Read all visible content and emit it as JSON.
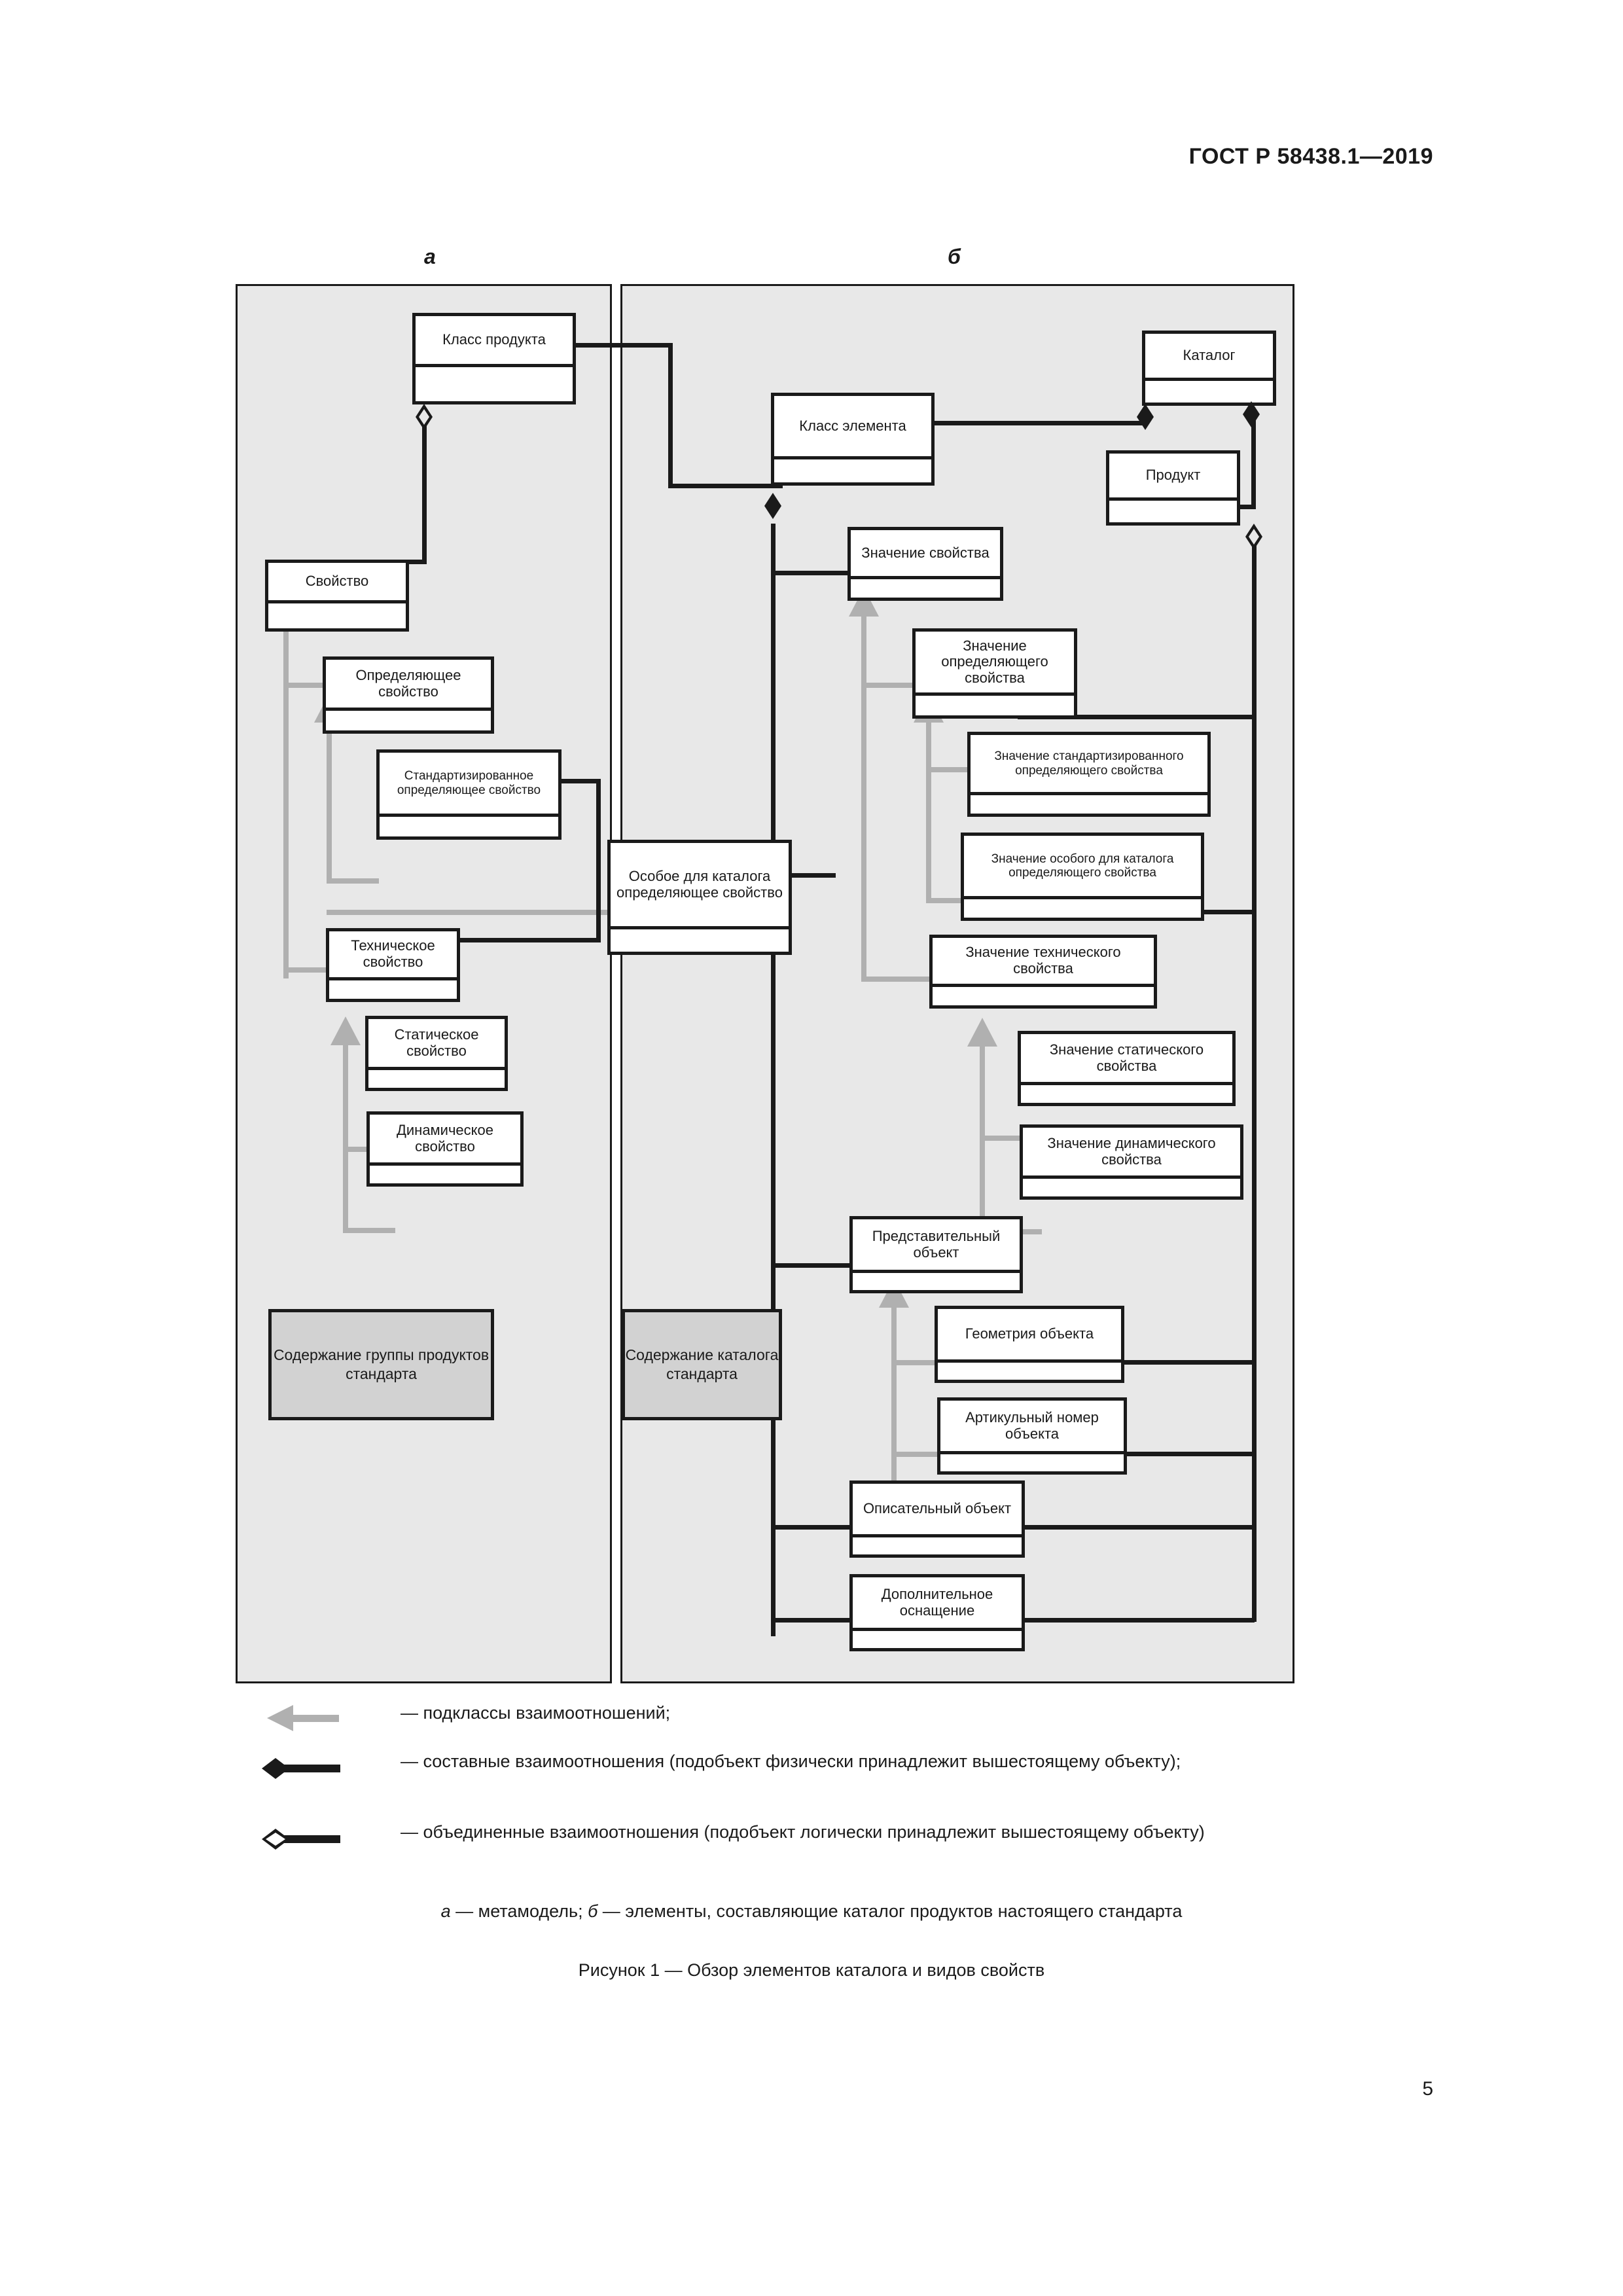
{
  "document": {
    "header": "ГОСТ Р 58438.1—2019",
    "page_number": "5"
  },
  "figure": {
    "panel_labels": {
      "left": "а",
      "right": "б"
    },
    "caption_note_parts": {
      "a_mark": "а",
      "a_text": " — метамодель; ",
      "b_mark": "б",
      "b_text": " — элементы, составляющие каталог продуктов настоящего стандарта"
    },
    "caption": "Рисунок 1 — Обзор элементов каталога и видов свойств",
    "legend": [
      {
        "marker": "subclass-arrow",
        "text": "— подклассы взаимоотношений;"
      },
      {
        "marker": "composition-filled-diamond",
        "text": "— составные взаимоотношения (подобъект физически принадлежит вышестоящему объекту);"
      },
      {
        "marker": "aggregation-hollow-diamond",
        "text": "— объединенные взаимоотношения (подобъект логически принадлежит вышестоящему объекту)"
      }
    ],
    "classes_left": [
      {
        "id": "product-class",
        "name": "Класс продукта"
      },
      {
        "id": "property",
        "name": "Свойство"
      },
      {
        "id": "defining-property",
        "name": "Определяющее свойство"
      },
      {
        "id": "standardized-defining-property",
        "name": "Стандартизированное определяющее свойство"
      },
      {
        "id": "technical-property",
        "name": "Техническое свойство"
      },
      {
        "id": "static-property",
        "name": "Статическое свойство"
      },
      {
        "id": "dynamic-property",
        "name": "Динамическое свойство"
      }
    ],
    "classes_right": [
      {
        "id": "element-class",
        "name": "Класс элемента"
      },
      {
        "id": "catalog",
        "name": "Каталог"
      },
      {
        "id": "product",
        "name": "Продукт"
      },
      {
        "id": "property-value",
        "name": "Значение свойства"
      },
      {
        "id": "defining-property-value",
        "name": "Значение определяющего свойства"
      },
      {
        "id": "standardized-defining-property-value",
        "name": "Значение стандартизированного определяющего свойства"
      },
      {
        "id": "catalog-specific-defining-property-value",
        "name": "Значение особого для каталога определяющего свойства"
      },
      {
        "id": "technical-property-value",
        "name": "Значение технического свойства"
      },
      {
        "id": "static-property-value",
        "name": "Значение статического свойства"
      },
      {
        "id": "dynamic-property-value",
        "name": "Значение динамического свойства"
      },
      {
        "id": "representative-object",
        "name": "Представительный объект"
      },
      {
        "id": "object-geometry",
        "name": "Геометрия объекта"
      },
      {
        "id": "object-article-number",
        "name": "Артикульный номер объекта"
      },
      {
        "id": "descriptive-object",
        "name": "Описательный объект"
      },
      {
        "id": "additional-equipment",
        "name": "Дополнительное оснащение"
      }
    ],
    "classes_middle": [
      {
        "id": "catalog-specific-defining-property",
        "name": "Особое для каталога определяющее свойство"
      }
    ],
    "content_boxes": [
      {
        "id": "product-group-content",
        "name": "Содержание группы продуктов стандарта"
      },
      {
        "id": "catalog-content",
        "name": "Содержание каталога стандарта"
      }
    ]
  }
}
